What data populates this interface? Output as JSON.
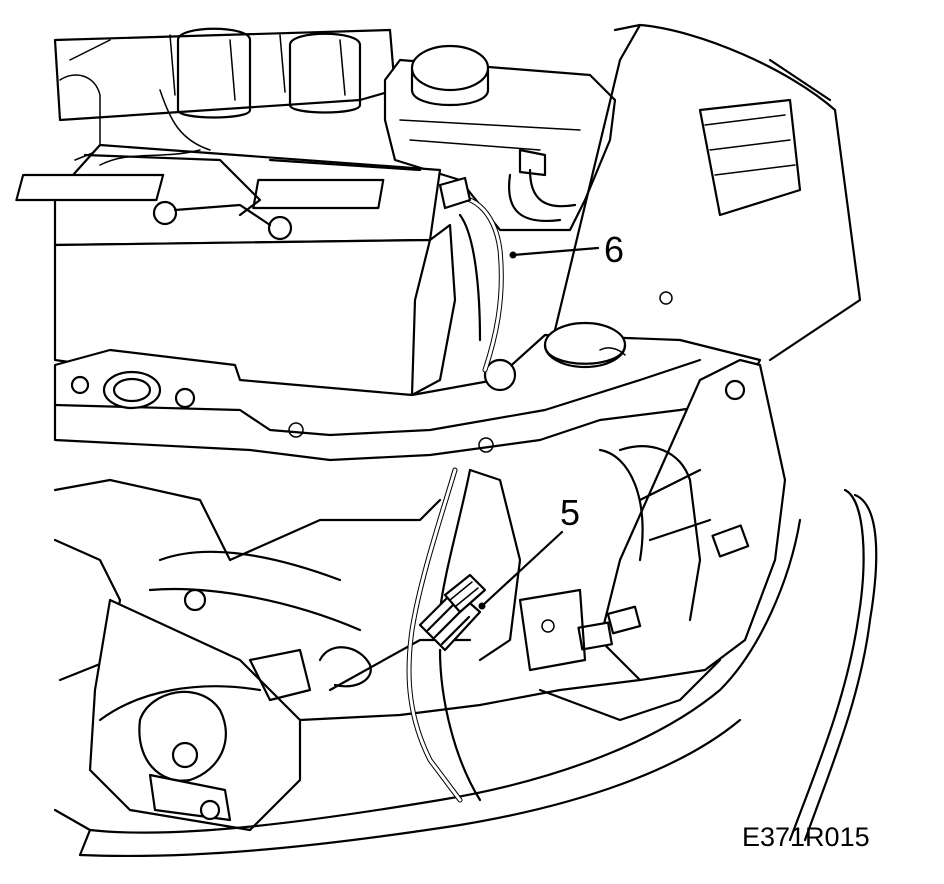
{
  "callouts": [
    {
      "id": "callout-6",
      "label": "6"
    },
    {
      "id": "callout-5",
      "label": "5"
    }
  ],
  "figure_id": "E371R015",
  "colors": {
    "line": "#000000",
    "background": "#ffffff"
  }
}
